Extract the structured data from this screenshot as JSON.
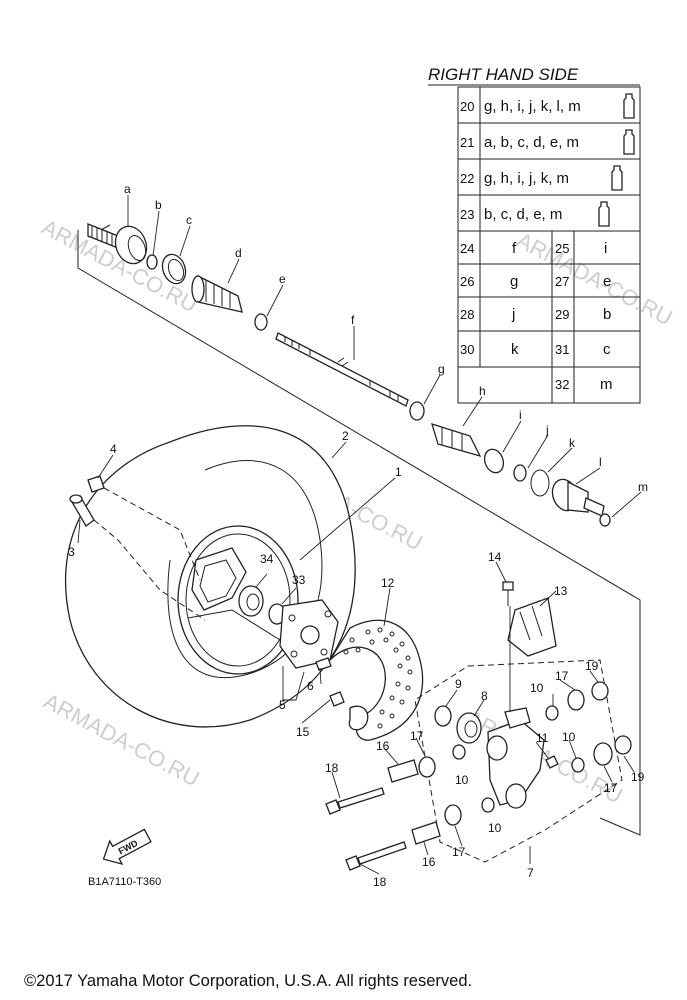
{
  "table": {
    "title": "RIGHT HAND SIDE",
    "kits": [
      {
        "no": "20",
        "parts": "g, h, i, j, k, l, m"
      },
      {
        "no": "21",
        "parts": "a, b, c, d, e, m"
      },
      {
        "no": "22",
        "parts": "g, h, i, j, k, m"
      },
      {
        "no": "23",
        "parts": "b, c, d, e, m"
      }
    ],
    "pairs": [
      {
        "left_no": "24",
        "left_part": "f",
        "right_no": "25",
        "right_part": "i"
      },
      {
        "left_no": "26",
        "left_part": "g",
        "right_no": "27",
        "right_part": "e"
      },
      {
        "left_no": "28",
        "left_part": "j",
        "right_no": "29",
        "right_part": "b"
      },
      {
        "left_no": "30",
        "left_part": "k",
        "right_no": "31",
        "right_part": "c"
      },
      {
        "left_no": "",
        "left_part": "",
        "right_no": "32",
        "right_part": "m"
      }
    ]
  },
  "callouts": {
    "a": "a",
    "b": "b",
    "c": "c",
    "d": "d",
    "e": "e",
    "f": "f",
    "g": "g",
    "h": "h",
    "i": "i",
    "j": "j",
    "k": "k",
    "l": "l",
    "m": "m",
    "n1": "1",
    "n2": "2",
    "n3": "3",
    "n4": "4",
    "n5": "5",
    "n6": "6",
    "n7": "7",
    "n8": "8",
    "n9": "9",
    "n10a": "10",
    "n10b": "10",
    "n10c": "10",
    "n10d": "10",
    "n11": "11",
    "n12": "12",
    "n13": "13",
    "n14": "14",
    "n15": "15",
    "n16a": "16",
    "n16b": "16",
    "n17a": "17",
    "n17b": "17",
    "n17c": "17",
    "n17d": "17",
    "n18a": "18",
    "n18b": "18",
    "n19a": "19",
    "n19b": "19",
    "n33": "33",
    "n34": "34"
  },
  "fwd_label": "FWD",
  "diagram_code": "B1A7110-T360",
  "watermark": "ARMADA-CO.RU",
  "copyright": "©2017 Yamaha Motor Corporation, U.S.A. All rights reserved."
}
